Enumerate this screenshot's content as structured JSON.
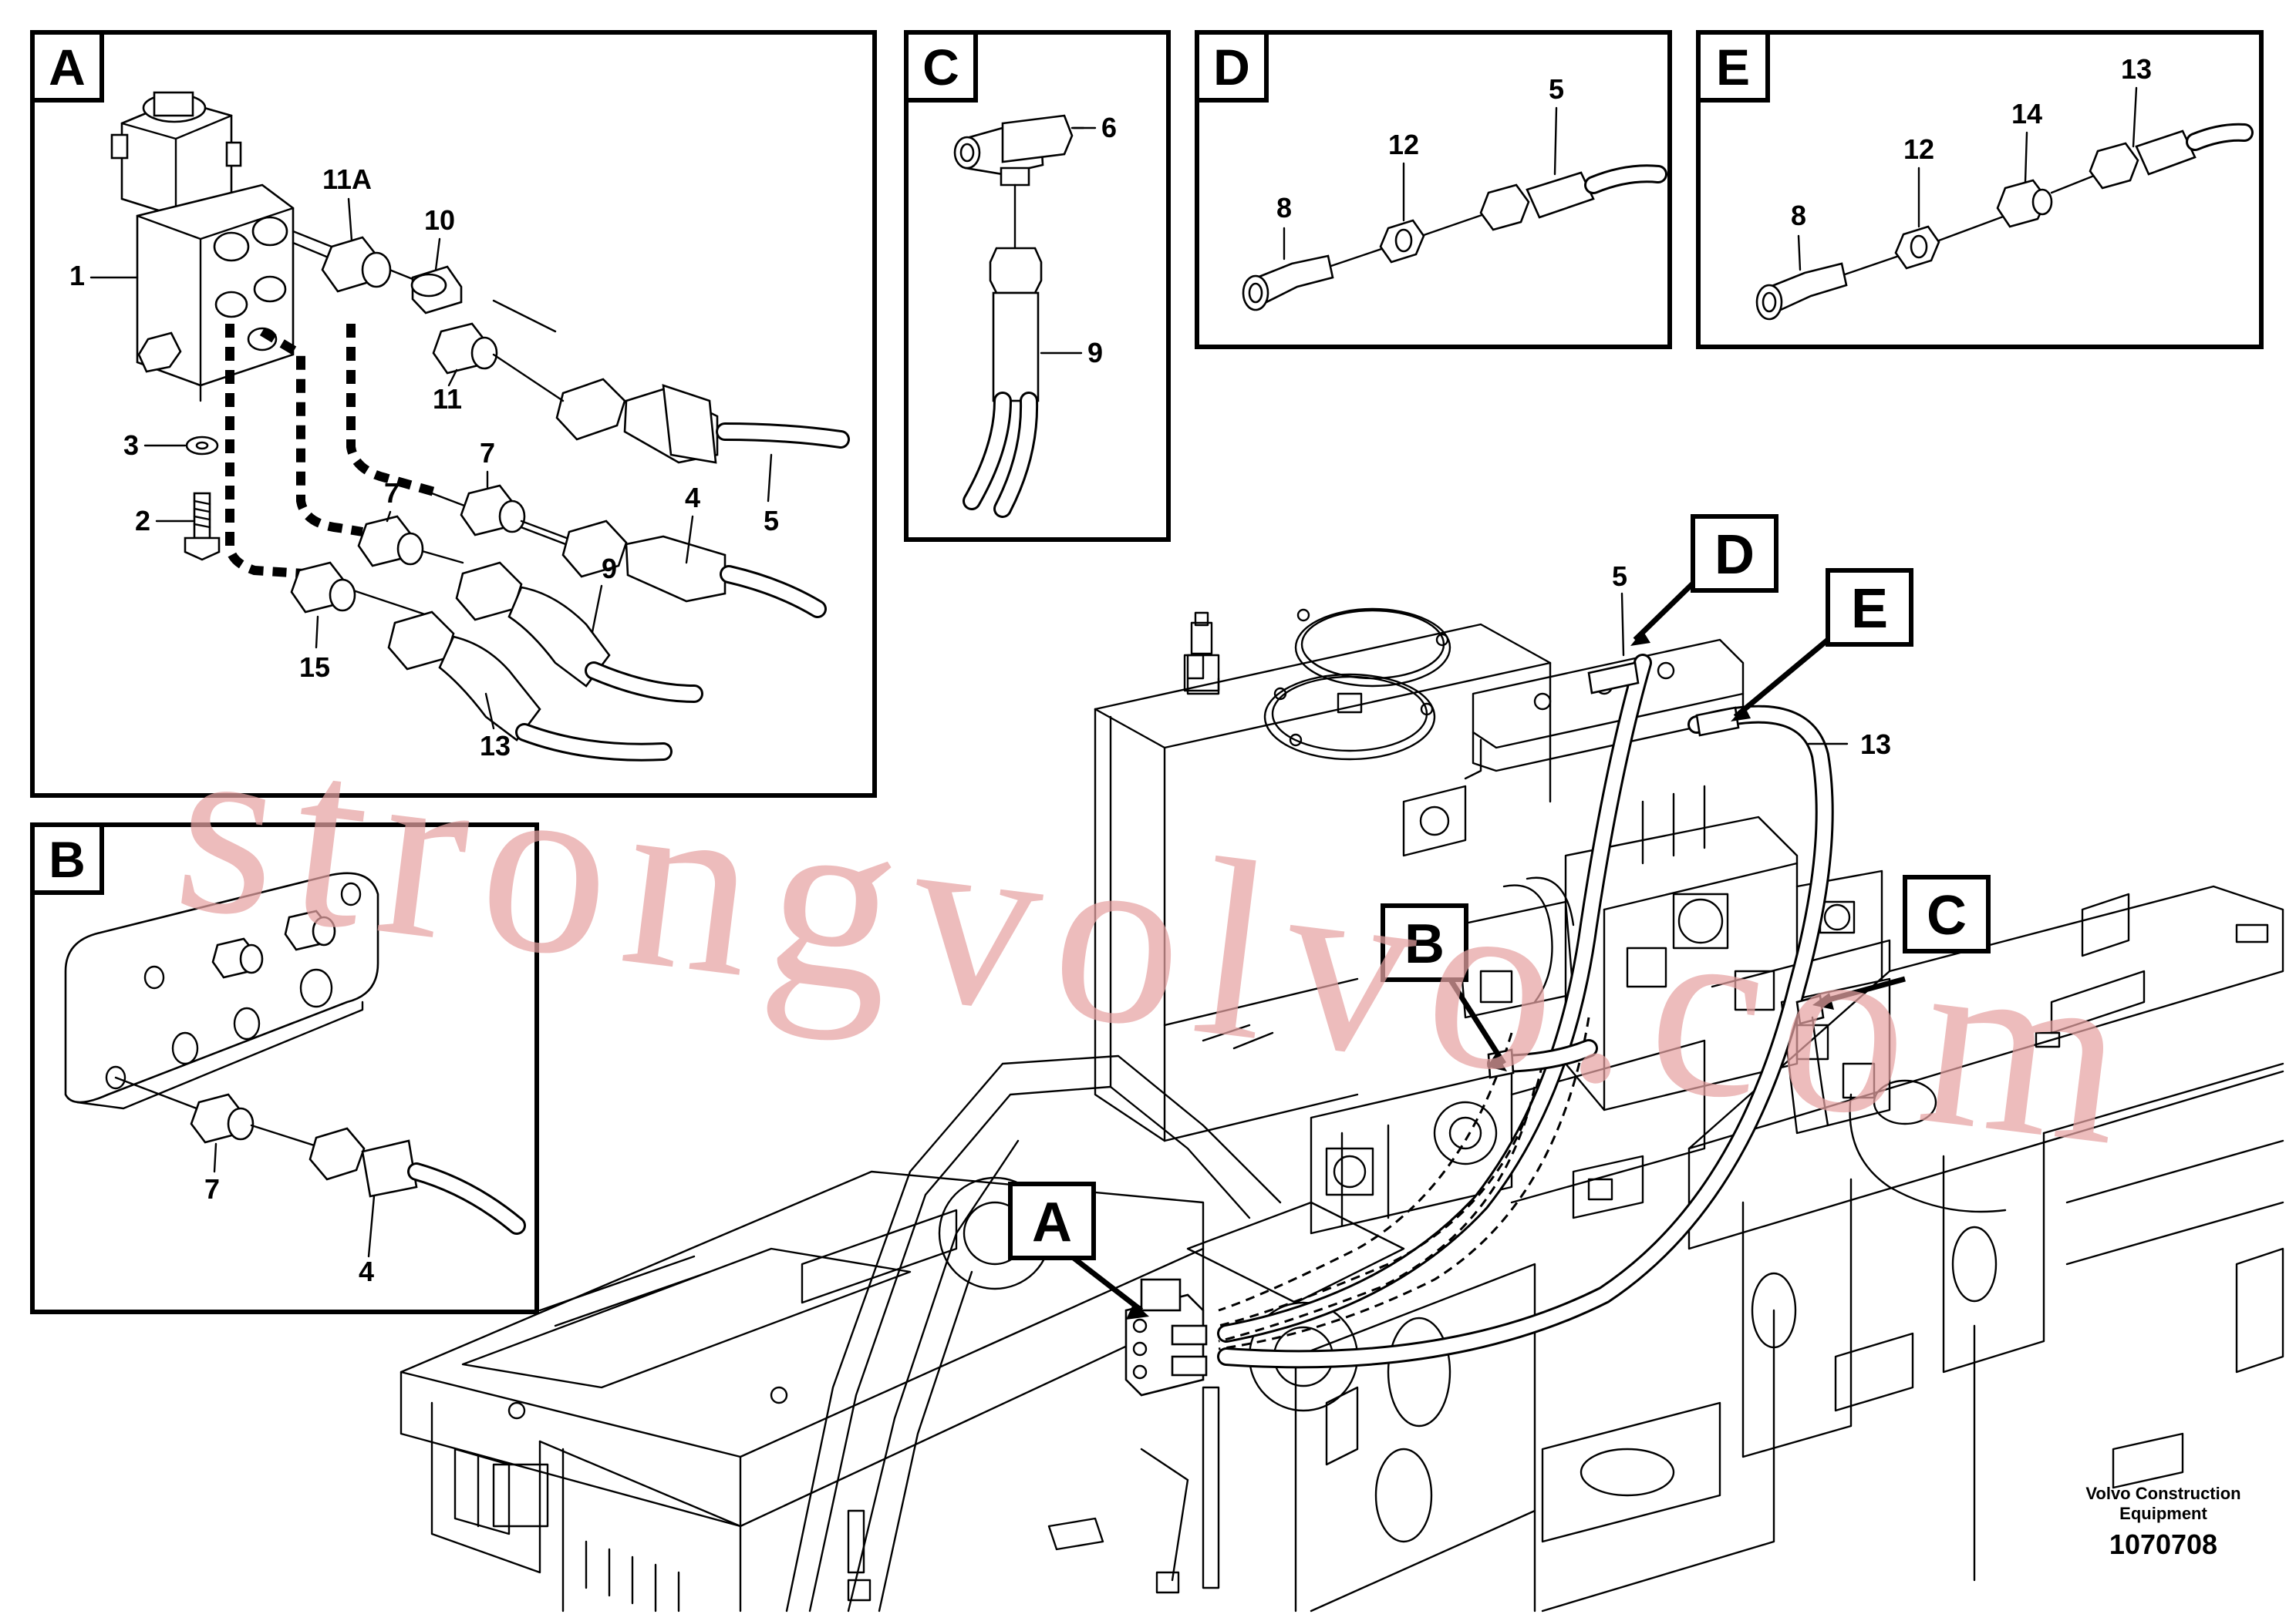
{
  "panels": {
    "a": {
      "letter": "A",
      "labels": {
        "p1": "1",
        "p2": "2",
        "p3": "3",
        "p4": "4",
        "p5": "5",
        "p7a": "7",
        "p7b": "7",
        "p9": "9",
        "p10": "10",
        "p11": "11",
        "p11a": "11A",
        "p13": "13",
        "p15": "15"
      }
    },
    "b": {
      "letter": "B",
      "labels": {
        "p7": "7",
        "p4": "4"
      }
    },
    "c": {
      "letter": "C",
      "labels": {
        "p6": "6",
        "p9": "9"
      }
    },
    "d": {
      "letter": "D",
      "labels": {
        "p5": "5",
        "p8": "8",
        "p12": "12"
      }
    },
    "e": {
      "letter": "E",
      "labels": {
        "p8": "8",
        "p12": "12",
        "p13": "13",
        "p14": "14"
      }
    }
  },
  "main": {
    "callouts": {
      "a": "A",
      "b": "B",
      "c": "C",
      "d": "D",
      "e": "E"
    },
    "labels": {
      "p5": "5",
      "p13": "13"
    }
  },
  "watermark": "strongvolvo.com",
  "footer": {
    "brand_line1": "Volvo Construction",
    "brand_line2": "Equipment",
    "doc_number": "1070708"
  },
  "colors": {
    "watermark": "#e7a3a3",
    "line": "#000000",
    "background": "#ffffff"
  }
}
